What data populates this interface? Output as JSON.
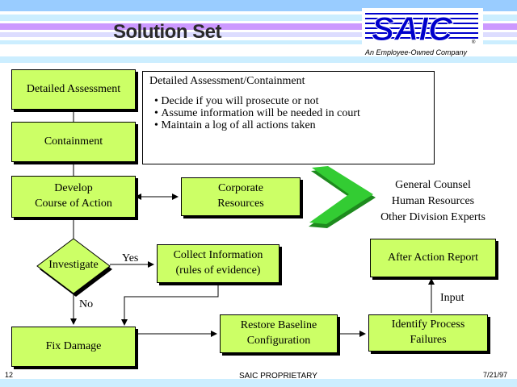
{
  "header": {
    "title": "Solution Set",
    "logo_text": "SAIC",
    "tagline": "An Employee-Owned Company"
  },
  "boxes": {
    "detailed_assessment": "Detailed Assessment",
    "containment": "Containment",
    "develop_line1": "Develop",
    "develop_line2": "Course of Action",
    "corporate_line1": "Corporate",
    "corporate_line2": "Resources",
    "investigate": "Investigate",
    "collect_line1": "Collect Information",
    "collect_line2": "(rules of evidence)",
    "fix_damage": "Fix Damage",
    "restore_line1": "Restore Baseline",
    "restore_line2": "Configuration",
    "identify_line1": "Identify Process",
    "identify_line2": "Failures",
    "after_action": "After Action Report"
  },
  "note": {
    "title": "Detailed Assessment/Containment",
    "bullets": [
      "Decide if you will prosecute or not",
      "Assume information will be needed in court",
      "Maintain a log of all actions taken"
    ]
  },
  "resources": [
    "General Counsel",
    "Human Resources",
    "Other Division Experts"
  ],
  "edge_labels": {
    "yes": "Yes",
    "no": "No",
    "input": "Input"
  },
  "footer": {
    "page_number": "12",
    "center": "SAIC PROPRIETARY",
    "date": "7/21/97"
  },
  "colors": {
    "box_fill": "#ccff66",
    "chevron": "#33cc33",
    "stripe_blue": "#99ccff",
    "logo_blue": "#0000cc"
  }
}
